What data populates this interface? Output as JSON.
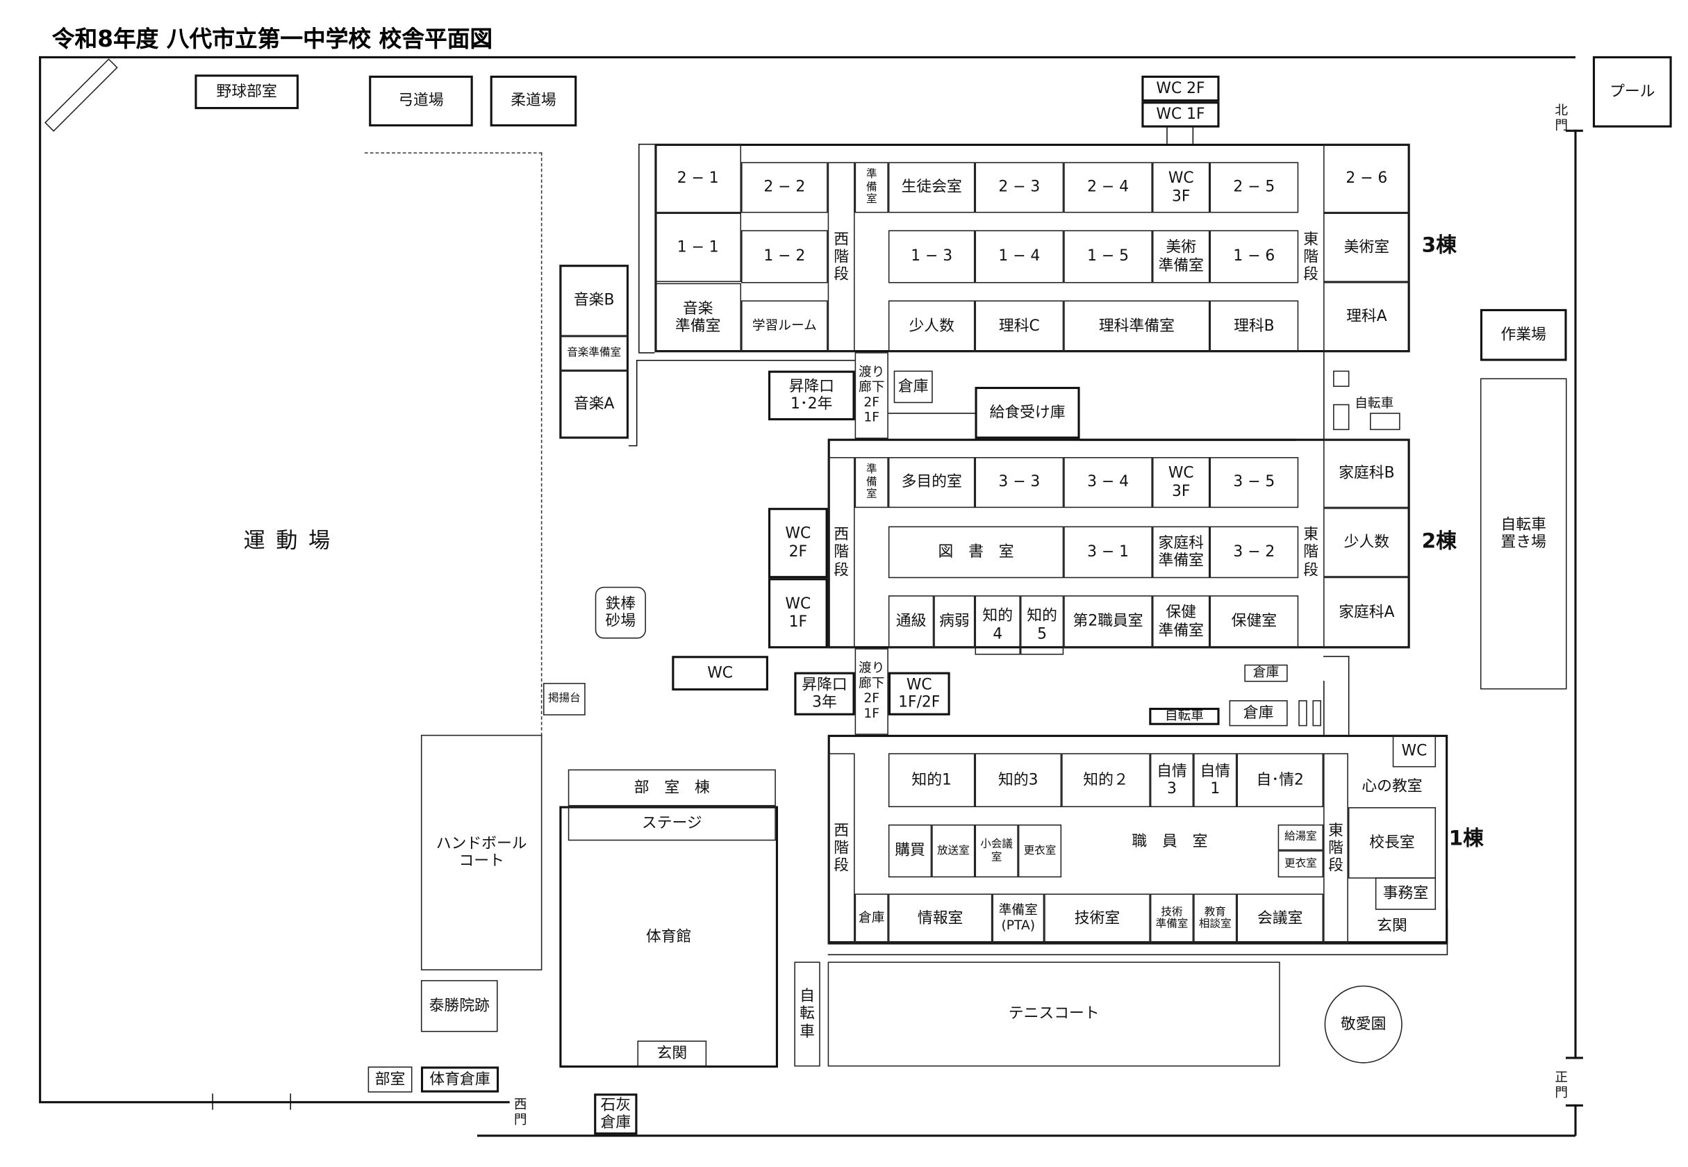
{
  "title": "令和8年度 八代市立第一中学校 校舎平面図",
  "gates": {
    "north": "北\n門",
    "main": "正\n門",
    "west": "西\n門"
  },
  "buildings": {
    "b3": "3棟",
    "b2": "2棟",
    "b1": "1棟"
  },
  "rooms": {
    "baseball": "野球部室",
    "kyudo": "弓道場",
    "judo": "柔道場",
    "wc2f_top": "WC 2F",
    "wc1f_top": "WC 1F",
    "pool": "プール",
    "musicB": "音楽B",
    "musicPrep": "音楽準備室",
    "musicA": "音楽A",
    "c2_1": "2 − 1",
    "c2_2": "2 − 2",
    "c1_1": "1 − 1",
    "c1_2": "1 − 2",
    "musicPrep2": "音楽\n準備室",
    "study": "学習ルーム",
    "w3stairs": "西\n階\n段",
    "prep3": "準\n備\n室",
    "council": "生徒会室",
    "c2_3": "2 − 3",
    "c2_4": "2 − 4",
    "wc3f_3": "WC\n3F",
    "c2_5": "2 − 5",
    "e3stairs": "東\n階\n段",
    "c2_6": "2 − 6",
    "art": "美術室",
    "sciA": "理科A",
    "c1_3": "1 − 3",
    "c1_4": "1 − 4",
    "c1_5": "1 − 5",
    "artPrep": "美術\n準備室",
    "c1_6": "1 − 6",
    "small3": "少人数",
    "sciC": "理科C",
    "sciPrep": "理科準備室",
    "sciB": "理科B",
    "bridge1": "渡り\n廊下\n2F\n1F",
    "entrance12": "昇降口\n1･2年",
    "storage1": "倉庫",
    "lunch": "給食受け庫",
    "bike1": "自転車",
    "workshop": "作業場",
    "bikePark": "自転車\n置き場",
    "prep2": "準\n備\n室",
    "multi": "多目的室",
    "c3_3": "3 − 3",
    "c3_4": "3 − 4",
    "wc3f_2": "WC\n3F",
    "c3_5": "3 − 5",
    "homeB": "家庭科B",
    "w2stairs": "西\n階\n段",
    "e2stairs": "東\n階\n段",
    "library": "図　書　室",
    "c3_1": "3 − 1",
    "homePrep": "家庭科\n準備室",
    "c3_2": "3 − 2",
    "small2": "少人数",
    "tsukyu": "通級",
    "byojaku": "病弱",
    "chiteki4": "知的\n4",
    "chiteki5": "知的\n5",
    "staff2": "第2職員室",
    "healthPrep": "保健\n準備室",
    "health": "保健室",
    "homeA": "家庭科A",
    "wc2f_b2": "WC\n2F",
    "wc1f_b2": "WC\n1F",
    "ground": "運動場",
    "tetsubo": "鉄棒\n砂場",
    "wc_out": "WC",
    "flag": "掲揚台",
    "entrance3": "昇降口\n3年",
    "bridge2": "渡り\n廊下\n2F\n1F",
    "wc12": "WC\n1F/2F",
    "storage2": "倉庫",
    "bike2": "自転車",
    "storage3": "倉庫",
    "w1stairs": "西\n階\n段",
    "chiteki1": "知的1",
    "chiteki3": "知的3",
    "chiteki2": "知的２",
    "jijo3": "自情\n3",
    "jijo1": "自情\n1",
    "jijo2": "自･情2",
    "e1stairs": "東\n階\n段",
    "wc_b1": "WC",
    "kokoro": "心の教室",
    "principal": "校長室",
    "office": "事務室",
    "genkan1": "玄関",
    "shop": "購買",
    "broadcast": "放送室",
    "smallMeeting": "小会議室",
    "locker1": "更衣室",
    "staffroom": "職　員　室",
    "kitchenette": "給湯室",
    "locker2": "更衣室",
    "storage4": "倉庫",
    "info": "情報室",
    "pta": "準備室\n(PTA)",
    "tech": "技術室",
    "techPrep": "技術\n準備室",
    "counsel": "教育\n相談室",
    "meeting": "会議室",
    "handball": "ハンドボール\nコート",
    "taisho": "泰勝院跡",
    "clubBldg": "部　室　棟",
    "gym": "体育館",
    "stage": "ステージ",
    "gymGenkan": "玄関",
    "clubroom": "部室",
    "gymStore": "体育倉庫",
    "lime": "石灰\n倉庫",
    "bike3": "自\n転\n車",
    "tennis": "テニスコート",
    "keiai": "敬愛園"
  }
}
